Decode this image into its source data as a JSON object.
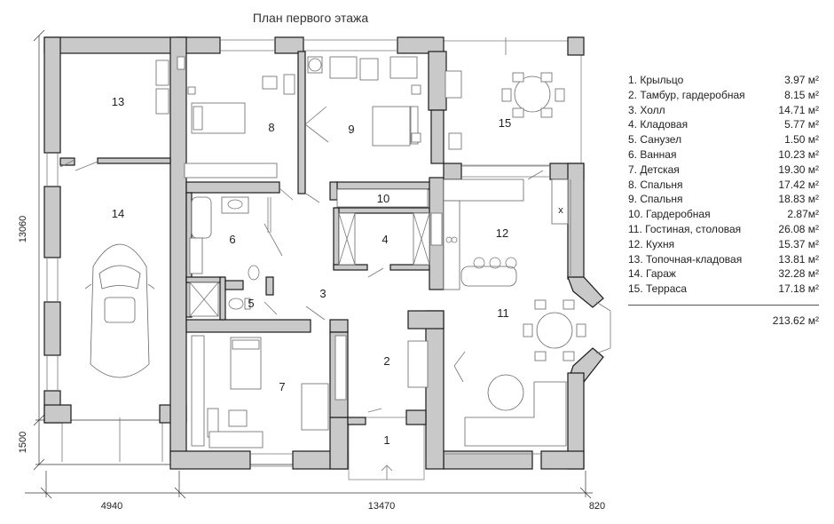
{
  "title": "План первого этажа",
  "rooms": [
    {
      "num": "1",
      "name": "Крыльцо",
      "area": "3.97 м²"
    },
    {
      "num": "2",
      "name": "Тамбур, гардеробная",
      "area": "8.15 м²"
    },
    {
      "num": "3",
      "name": "Холл",
      "area": "14.71 м²"
    },
    {
      "num": "4",
      "name": "Кладовая",
      "area": "5.77 м²"
    },
    {
      "num": "5",
      "name": "Санузел",
      "area": "1.50 м²"
    },
    {
      "num": "6",
      "name": "Ванная",
      "area": "10.23 м²"
    },
    {
      "num": "7",
      "name": "Детская",
      "area": "19.30 м²"
    },
    {
      "num": "8",
      "name": "Спальня",
      "area": "17.42 м²"
    },
    {
      "num": "9",
      "name": "Спальня",
      "area": "18.83 м²"
    },
    {
      "num": "10",
      "name": "Гардеробная",
      "area": "2.87м²"
    },
    {
      "num": "11",
      "name": "Гостиная, столовая",
      "area": "26.08 м²"
    },
    {
      "num": "12",
      "name": "Кухня",
      "area": "15.37 м²"
    },
    {
      "num": "13",
      "name": "Топочная-кладовая",
      "area": "13.81 м²"
    },
    {
      "num": "14",
      "name": "Гараж",
      "area": "32.28 м²"
    },
    {
      "num": "15",
      "name": "Терраса",
      "area": "17.18 м²"
    }
  ],
  "total": "213.62 м²",
  "dimensions": {
    "height_total": "13060",
    "height_porch": "1500",
    "width_garage": "4940",
    "width_house": "13470",
    "width_extra": "820"
  },
  "kitchen_mark": "x"
}
